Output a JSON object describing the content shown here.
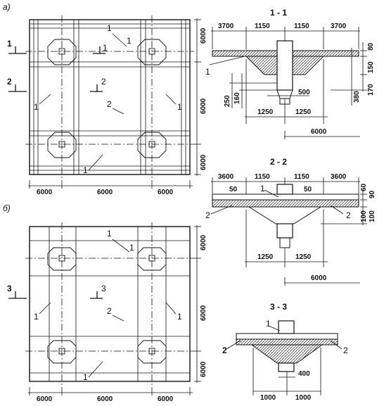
{
  "panel_labels": {
    "a": "а)",
    "b": "б)"
  },
  "plan_a": {
    "dims_bottom": [
      "6000",
      "6000",
      "6000"
    ],
    "dims_right": [
      "6000",
      "6000",
      "6000"
    ],
    "cut_1": "1",
    "cut_2": "2",
    "refs": [
      "1",
      "1",
      "1",
      "1",
      "1",
      "1",
      "2",
      "2"
    ]
  },
  "plan_b": {
    "dims_bottom": [
      "6000",
      "6000",
      "6000"
    ],
    "dims_right": [
      "6000",
      "6000",
      "6000"
    ],
    "cut_3": "3",
    "refs": [
      "1",
      "1",
      "1",
      "1",
      "1",
      "2",
      "3"
    ]
  },
  "section_1": {
    "title": "1 - 1",
    "dims_top": [
      "3700",
      "1150",
      "1150",
      "3700"
    ],
    "dims_right": [
      "80",
      "150",
      "170",
      "380"
    ],
    "dims_left": [
      "250",
      "160"
    ],
    "dims_bottom": [
      "500",
      "1250",
      "1250",
      "6000"
    ],
    "ref": "1"
  },
  "section_2": {
    "title": "2 - 2",
    "dims_top": [
      "3600",
      "1150",
      "1150",
      "3600"
    ],
    "dims_inner": [
      "50",
      "50"
    ],
    "dims_right": [
      "60",
      "90",
      "100",
      "100"
    ],
    "dims_bottom": [
      "1250",
      "1250",
      "6000"
    ],
    "refs": [
      "1",
      "2",
      "2"
    ]
  },
  "section_3": {
    "title": "3 - 3",
    "dims_bottom": [
      "400",
      "1000",
      "1000"
    ],
    "refs": [
      "1",
      "2",
      "2"
    ]
  }
}
